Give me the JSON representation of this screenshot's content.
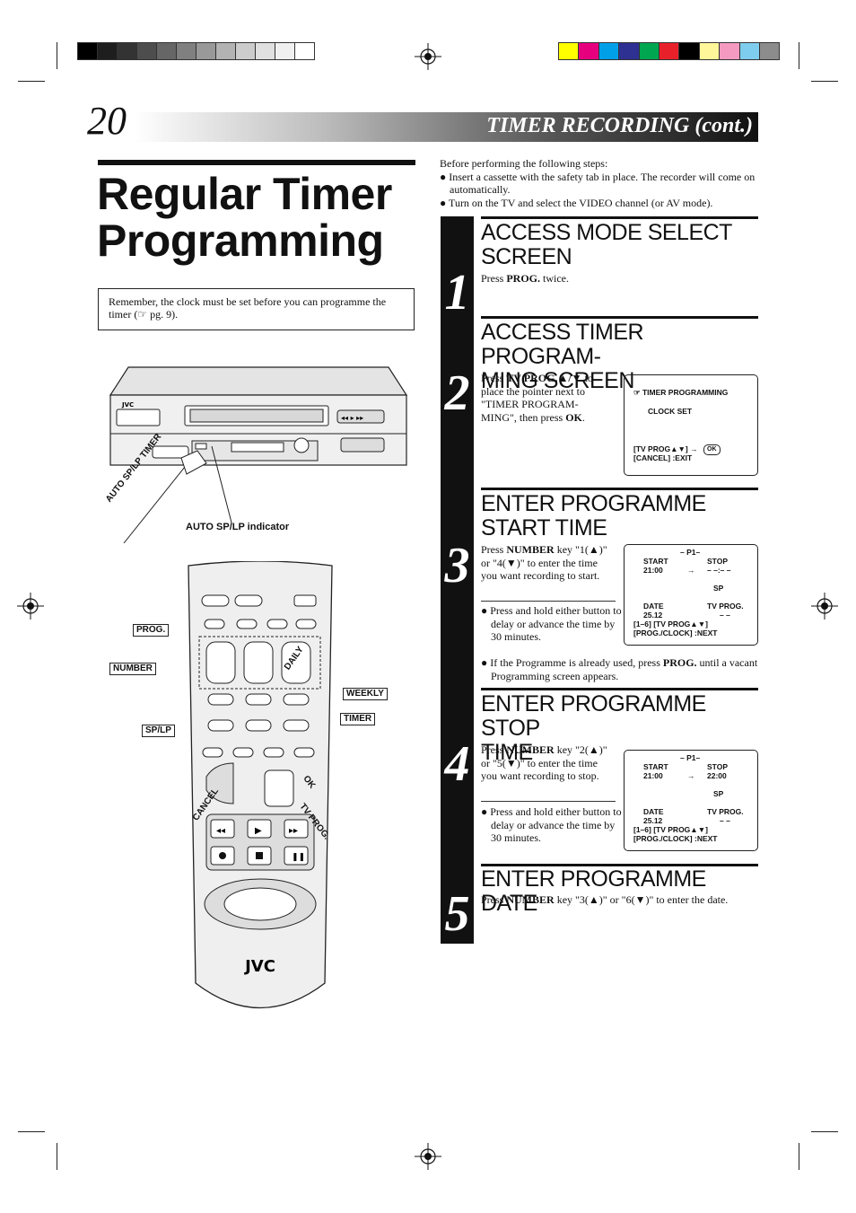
{
  "header": {
    "page_number": "20",
    "section_title": "TIMER RECORDING (cont.)"
  },
  "main_title": {
    "line1": "Regular Timer",
    "line2": "Programming"
  },
  "note": "Remember, the clock must be set before you can programme the timer (☞ pg. 9).",
  "intro": {
    "lead": "Before performing the following steps:",
    "bullets": [
      "● Insert a cassette with the safety tab in place. The recorder will come on automatically.",
      "● Turn on the TV and select the VIDEO channel (or AV mode)."
    ]
  },
  "vcr": {
    "brand": "JVC",
    "arrow_label": "AUTO SP/LP TIMER",
    "indicator_label": "AUTO SP/LP indicator"
  },
  "remote": {
    "brand": "JVC",
    "labels": {
      "prog": "PROG.",
      "number": "NUMBER",
      "splp": "SP/LP",
      "weekly": "WEEKLY",
      "timer": "TIMER",
      "daily": "DAILY",
      "ok": "OK",
      "cancel": "CANCEL",
      "tvprog": "TV PROG."
    }
  },
  "steps": [
    {
      "number": "1",
      "heading_l1": "ACCESS MODE SELECT",
      "heading_l2": "SCREEN",
      "body_pre": "Press ",
      "body_key": "PROG.",
      "body_post": " twice."
    },
    {
      "number": "2",
      "heading_l1": "ACCESS TIMER PROGRAM-",
      "heading_l2": "MING SCREEN",
      "body_pre": "Press ",
      "body_key": "TV PROG.▲/▼",
      "body_mid": " to place the pointer next to \"TIMER PROGRAM-MING\", then press ",
      "body_key2": "OK",
      "body_post": ".",
      "osd": {
        "line1": "☞ TIMER PROGRAMMING",
        "line2": "CLOCK SET",
        "line3": "[TV PROG▲▼] →",
        "line3b": "OK",
        "line4": "[CANCEL] :EXIT"
      }
    },
    {
      "number": "3",
      "heading_l1": "ENTER PROGRAMME",
      "heading_l2": "START TIME",
      "body_pre": "Press ",
      "body_key": "NUMBER",
      "body_post": " key \"1(▲)\" or \"4(▼)\" to enter the time you want recording to start.",
      "bullet1": "● Press and hold either button to delay or advance the time by 30 minutes.",
      "bullet2_pre": "● If the Programme is already used, press ",
      "bullet2_key": "PROG.",
      "bullet2_post": " until a vacant Programming screen appears.",
      "osd": {
        "p": "– P1–",
        "start": "START",
        "start_val": "21:00",
        "stop": "STOP",
        "stop_val": "– –:– –",
        "arrow": "→",
        "sp": "SP",
        "date": "DATE",
        "date_val": "25.12",
        "tvprog": "TV PROG.",
        "tvprog_val": "– –",
        "line_a": "[1–6] [TV PROG▲▼]",
        "line_b": "[PROG./CLOCK] :NEXT"
      }
    },
    {
      "number": "4",
      "heading_l1": "ENTER PROGRAMME STOP",
      "heading_l2": "TIME",
      "body_pre": "Press ",
      "body_key": "NUMBER",
      "body_post": " key \"2(▲)\" or \"5(▼)\" to enter the time you want recording to stop.",
      "bullet1": "● Press and hold either button to delay or advance the time by 30 minutes.",
      "osd": {
        "p": "– P1–",
        "start": "START",
        "start_val": "21:00",
        "stop": "STOP",
        "stop_val": "22:00",
        "arrow": "→",
        "sp": "SP",
        "date": "DATE",
        "date_val": "25.12",
        "tvprog": "TV PROG.",
        "tvprog_val": "– –",
        "line_a": "[1–6] [TV PROG▲▼]",
        "line_b": "[PROG./CLOCK] :NEXT"
      }
    },
    {
      "number": "5",
      "heading_l1": "ENTER PROGRAMME DATE",
      "body_pre": "Press ",
      "body_key": "NUMBER",
      "body_post": " key \"3(▲)\" or \"6(▼)\" to enter the date."
    }
  ],
  "colors": {
    "grayscale_bar": [
      "#000000",
      "#1e1e1e",
      "#333333",
      "#4d4d4d",
      "#666666",
      "#808080",
      "#999999",
      "#b3b3b3",
      "#cccccc",
      "#e0e0e0",
      "#f0f0f0",
      "#ffffff"
    ],
    "color_bar": [
      "#ffff00",
      "#e6007e",
      "#00a0e9",
      "#2e3192",
      "#00a650",
      "#e8202a",
      "#000000",
      "#fff799",
      "#f49ac1",
      "#7fcdee",
      "#8c8c8c"
    ]
  }
}
